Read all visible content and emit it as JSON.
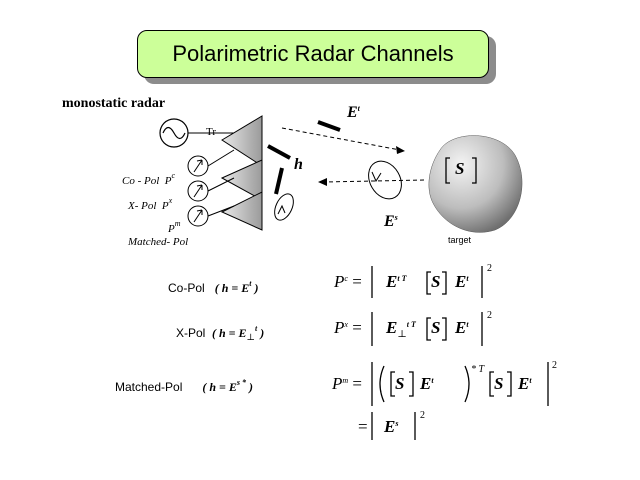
{
  "title": "Polarimetric Radar Channels",
  "diagram": {
    "monostatic_label": "monostatic radar",
    "tr_label": "Tr",
    "co_pol_label": "Co - Pol",
    "co_pol_symbol": "P",
    "co_pol_sup": "c",
    "x_pol_label": "X- Pol",
    "x_pol_symbol": "P",
    "x_pol_sup": "x",
    "m_symbol": "P",
    "m_sup": "m",
    "matched_pol_label": "Matched- Pol",
    "et_symbol": "E",
    "et_sup": "t",
    "h_symbol": "h",
    "es_symbol": "E",
    "es_sup": "s",
    "s_symbol": "S",
    "target_label": "target"
  },
  "equations": {
    "copol_name": "Co-Pol",
    "copol_cond": "( h = E",
    "copol_cond_sup": "t",
    "copol_cond_end": " )",
    "xpol_name": "X-Pol",
    "xpol_cond": "( h = E",
    "xpol_cond_sub": "⊥",
    "xpol_cond_sup": "t",
    "xpol_cond_end": " )",
    "matched_name": "Matched-Pol",
    "matched_cond": "( h = E",
    "matched_cond_sup": "s *",
    "matched_cond_end": " )",
    "pc": "P",
    "pc_sup": "c",
    "px": "P",
    "px_sup": "x",
    "pm": "P",
    "pm_sup": "m",
    "eq": "=",
    "E": "E",
    "S": "S",
    "t": "t",
    "tT": "t T",
    "starT": "* T",
    "s": "s",
    "perp": "⊥",
    "two": "2"
  },
  "colors": {
    "title_fill": "#ccff99",
    "title_shadow": "#8c8c8c"
  }
}
